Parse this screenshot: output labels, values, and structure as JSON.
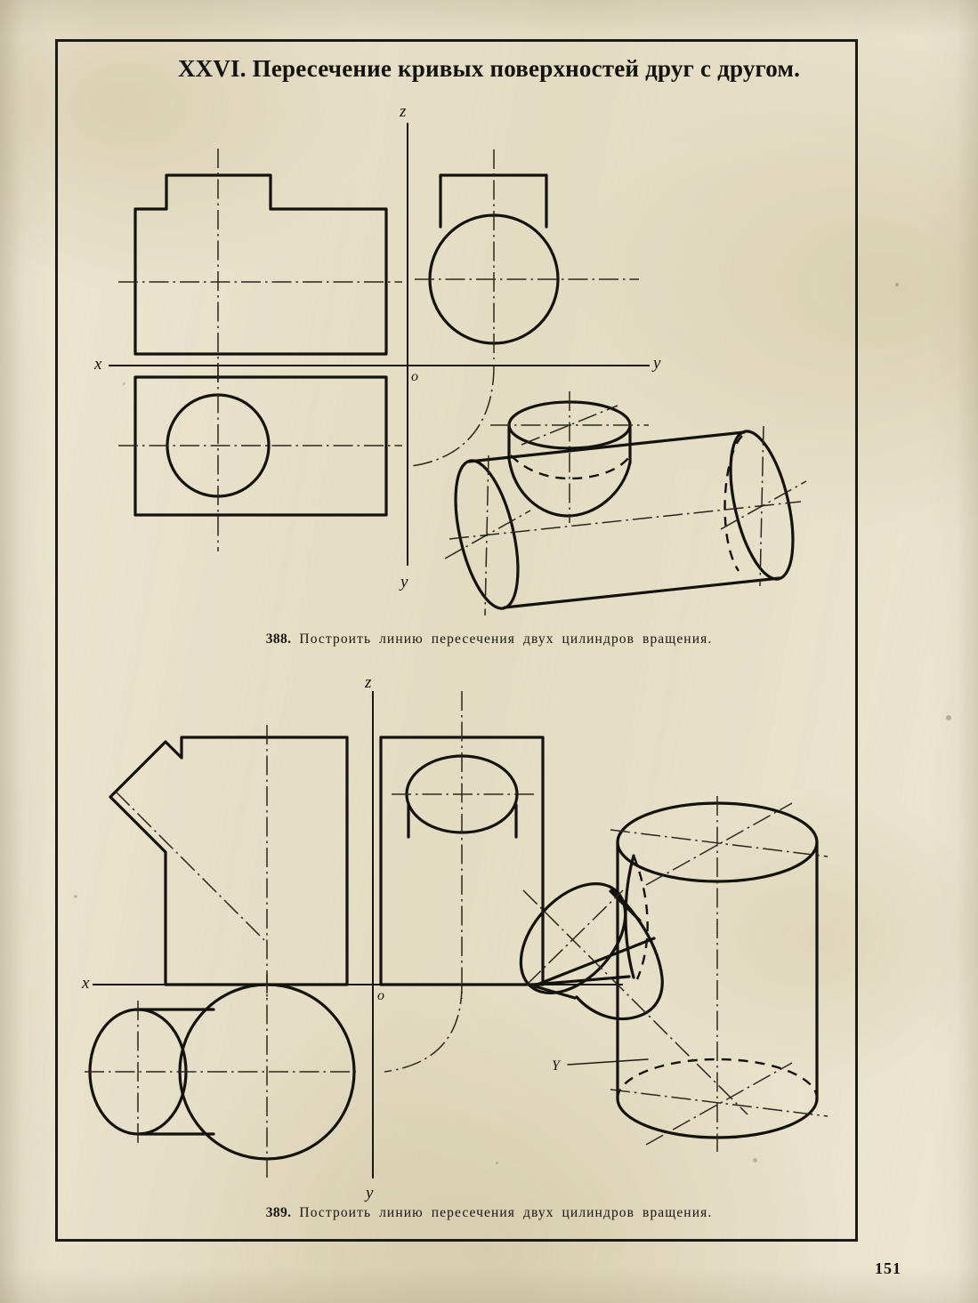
{
  "page": {
    "title": "XXVI. Пересечение кривых поверхностей друг с другом.",
    "number": "151",
    "paper_color": "#ece7d2",
    "ink_color": "#14120e"
  },
  "figures": [
    {
      "id": "fig-388",
      "number": "388.",
      "caption": "Построить линию пересечения двух цилиндров вращения.",
      "axis_labels": {
        "z": "z",
        "x": "x",
        "y_right": "y",
        "y_bottom": "y",
        "origin": "o"
      },
      "description": "Horizontal cylinder of revolution intersected perpendicularly by a smaller vertical cylinder; three orthographic projections plus axonometric view."
    },
    {
      "id": "fig-389",
      "number": "389.",
      "caption": "Построить линию пересечения двух цилиндров вращения.",
      "axis_labels": {
        "z": "z",
        "x": "x",
        "o": "o",
        "y_bottom": "y",
        "y_pictorial": "Y"
      },
      "description": "Vertical cylinder of revolution intersected by an oblique cylinder at 45°; three orthographic projections plus axonometric view."
    }
  ]
}
